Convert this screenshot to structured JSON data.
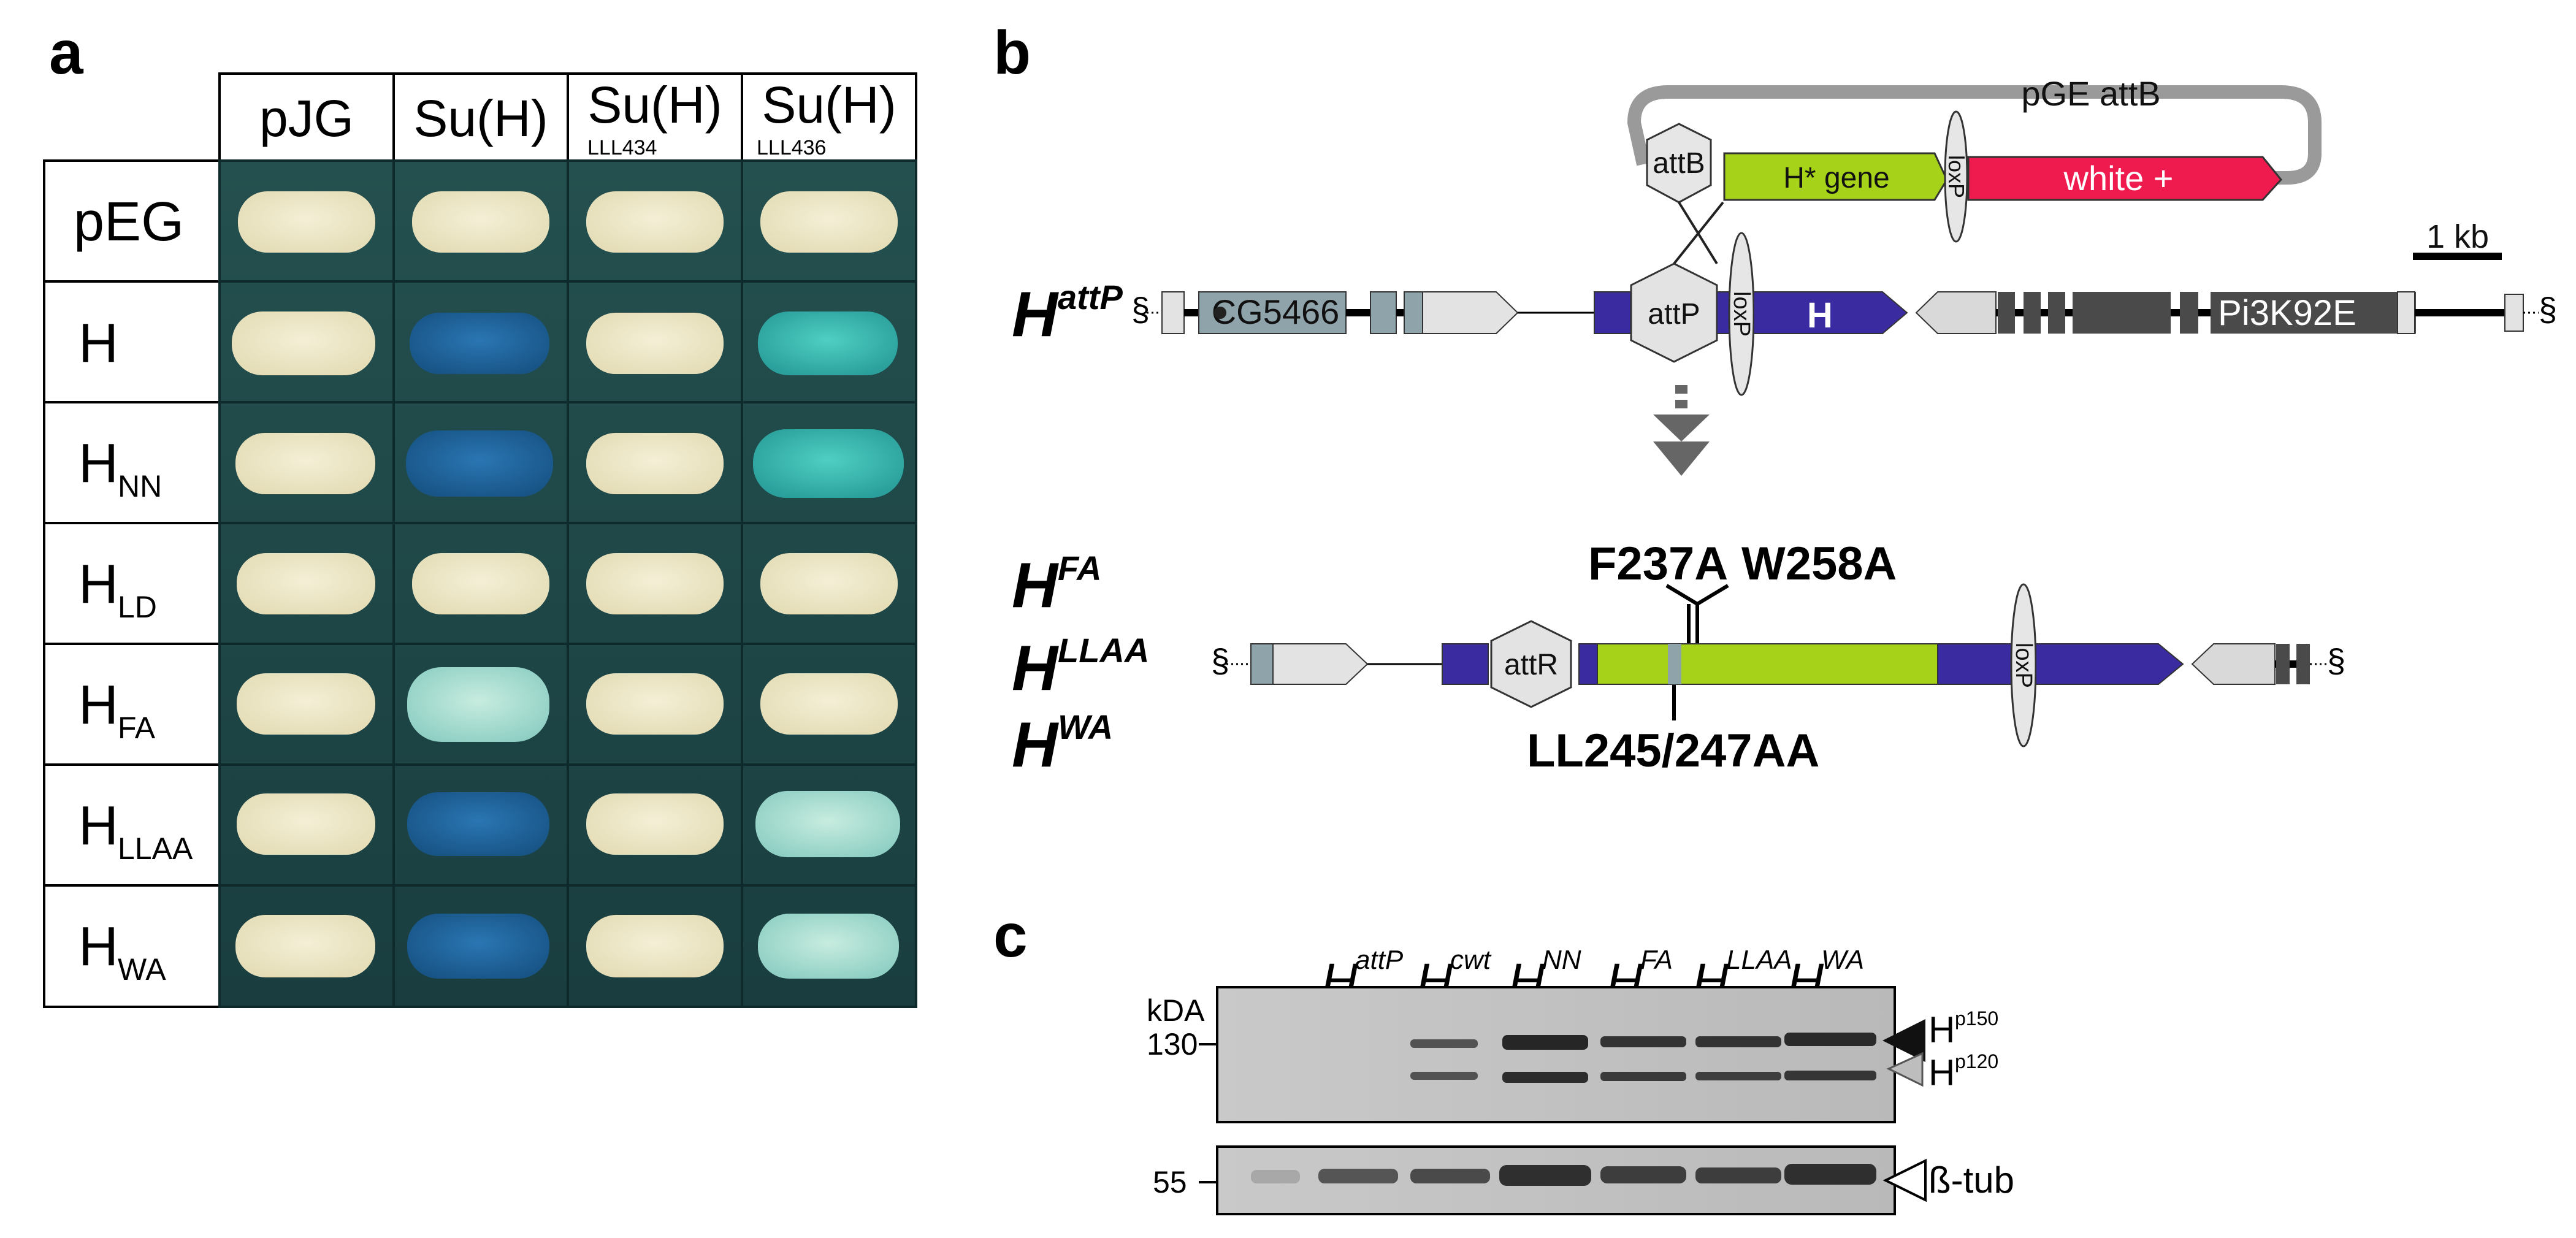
{
  "panel_a": {
    "letter": "a",
    "columns": [
      {
        "label": "pJG",
        "sub": ""
      },
      {
        "label": "Su(H)",
        "sub": ""
      },
      {
        "label": "Su(H)",
        "sub": "LLL434"
      },
      {
        "label": "Su(H)",
        "sub": "LLL436"
      }
    ],
    "rows": [
      {
        "label": "pEG",
        "sub": ""
      },
      {
        "label": "H",
        "sub": ""
      },
      {
        "label": "H",
        "sub": "NN"
      },
      {
        "label": "H",
        "sub": "LD"
      },
      {
        "label": "H",
        "sub": "FA"
      },
      {
        "label": "H",
        "sub": "LLAA"
      },
      {
        "label": "H",
        "sub": "WA"
      }
    ],
    "colors": {
      "bg_teal": "#1f4a4c",
      "cream": "#efe9c9",
      "blue": "#1f64a0",
      "cyan": "#3db9b0",
      "light_cyan": "#a9dad0",
      "pale_cyan": "#c9e6d3",
      "blue_light": "#2c79ad"
    }
  },
  "panel_b": {
    "letter": "b",
    "plasmid_label": "pGE attB",
    "scale_label": "1 kb",
    "attB": "attB",
    "h_star_gene": "H* gene",
    "loxP": "loxP",
    "white_plus": "white +",
    "h_attp_base": "H",
    "h_attp_sup": "attP",
    "cg5466": "CG5466",
    "attP": "attP",
    "h_gene": "H",
    "pi3k": "Pi3K92E",
    "alleles": [
      {
        "base": "H",
        "sup": "FA"
      },
      {
        "base": "H",
        "sup": "LLAA"
      },
      {
        "base": "H",
        "sup": "WA"
      }
    ],
    "mut_f237a": "F237A",
    "mut_w258a": "W258A",
    "mut_ll": "LL245/247AA",
    "attR": "attR",
    "colors": {
      "purple": "#3a2ba0",
      "lime": "#a6d21a",
      "red": "#ef1a4e",
      "grey_light": "#e3e3e3",
      "grey_blue": "#8fa3ab",
      "dark_grey": "#4a4a4a"
    }
  },
  "panel_c": {
    "letter": "c",
    "lanes": [
      {
        "base": "H",
        "sup": "attP"
      },
      {
        "base": "H",
        "sup": "cwt"
      },
      {
        "base": "H",
        "sup": "NN"
      },
      {
        "base": "H",
        "sup": "FA"
      },
      {
        "base": "H",
        "sup": "LLAA"
      },
      {
        "base": "H",
        "sup": "WA"
      }
    ],
    "kda": "kDA",
    "marker_130": "130",
    "marker_55": "55",
    "band_p150": {
      "base": "H",
      "sup": "p150"
    },
    "band_p120": {
      "base": "H",
      "sup": "p120"
    },
    "tub": "ß-tub"
  }
}
